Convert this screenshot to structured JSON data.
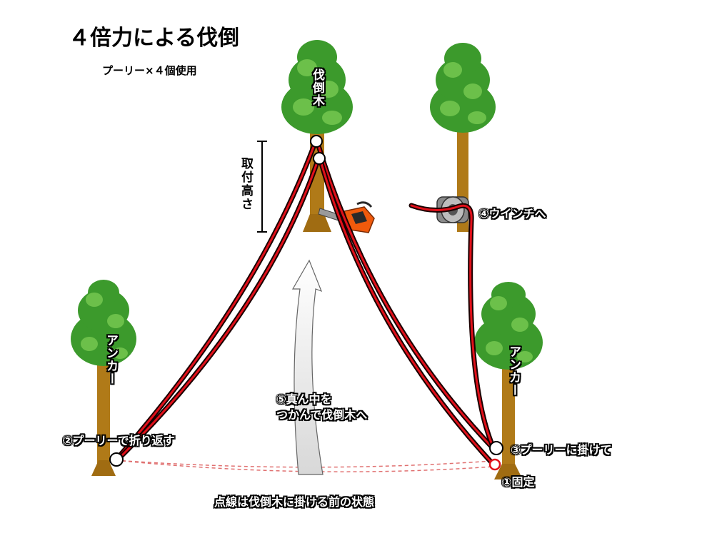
{
  "title": "４倍力による伐倒",
  "subtitle": "プーリー×４個使用",
  "labels": {
    "target_tree": "伐倒木",
    "anchor_left": "アンカー",
    "anchor_right": "アンカー",
    "mount_height": "取付高さ",
    "step1": "①固定",
    "step2": "②プーリーで折り返す",
    "step3": "③プーリーに掛けて",
    "step4": "④ウインチへ",
    "step5_line1": "⑤真ん中を",
    "step5_line2": "つかんで伐倒木へ",
    "note": "点線は伐倒木に掛ける前の状態"
  },
  "colors": {
    "foliage": "#3c9a2c",
    "foliage_light": "#6cc04a",
    "trunk": "#b07a18",
    "rope_fill": "#e0101a",
    "rope_edge": "#1a0000",
    "dashed_line": "#e07070",
    "chainsaw": "#f05a0c"
  },
  "icons": [
    "tree-icon",
    "chainsaw-icon",
    "winch-icon",
    "pulley-icon",
    "arrow-up-icon"
  ]
}
